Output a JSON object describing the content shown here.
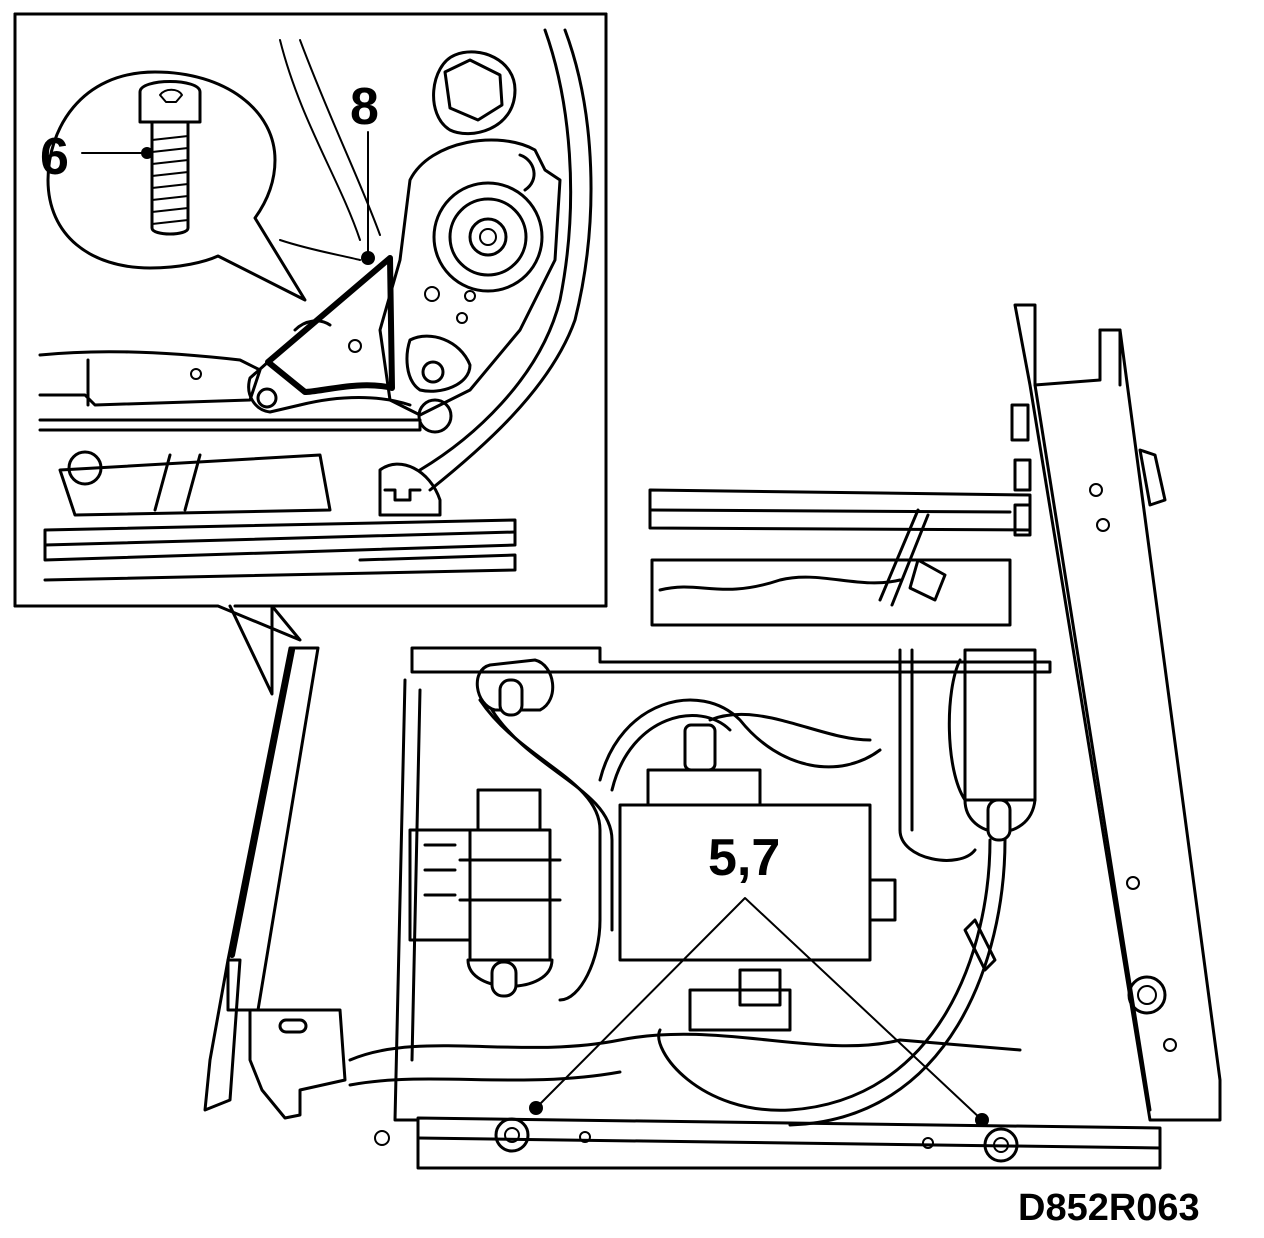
{
  "callouts": {
    "bolt": "6",
    "bracket": "8",
    "seat_mounts": "5,7"
  },
  "figure_code": "D852R063",
  "colors": {
    "ink": "#000000",
    "paper": "#ffffff"
  }
}
